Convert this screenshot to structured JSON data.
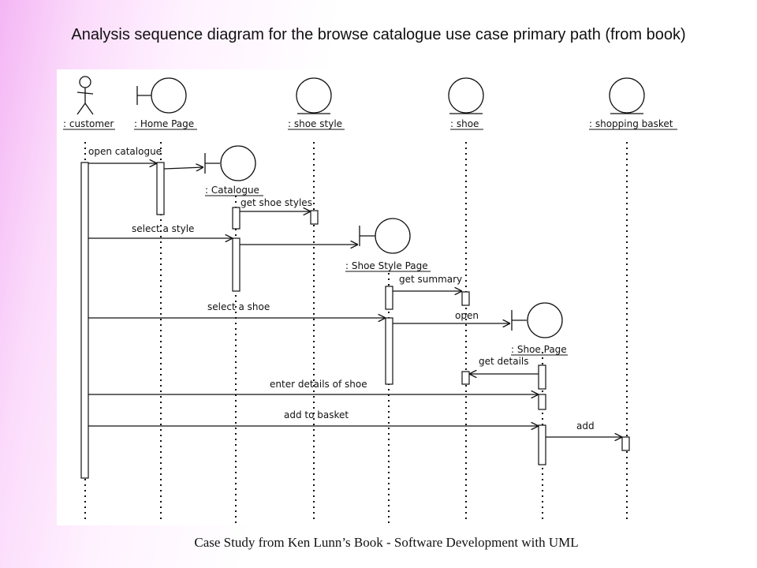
{
  "slide": {
    "title": "Analysis sequence diagram for the browse catalogue use case primary path (from book)",
    "footer": "Case Study from Ken Lunn’s Book - Software Development with UML"
  },
  "diagram": {
    "participants": [
      {
        "id": "customer",
        "label": ": customer",
        "kind": "actor"
      },
      {
        "id": "home",
        "label": ": Home Page",
        "kind": "boundary"
      },
      {
        "id": "shoestyle",
        "label": ": shoe style",
        "kind": "entity"
      },
      {
        "id": "shoe",
        "label": ": shoe",
        "kind": "entity"
      },
      {
        "id": "basket",
        "label": ": shopping basket",
        "kind": "entity"
      },
      {
        "id": "catalogue",
        "label": ": Catalogue",
        "kind": "boundary"
      },
      {
        "id": "stylepage",
        "label": ": Shoe Style Page",
        "kind": "boundary"
      },
      {
        "id": "shoepage",
        "label": ": Shoe Page",
        "kind": "boundary"
      }
    ],
    "messages": [
      {
        "id": "open-catalogue",
        "label": "open catalogue",
        "from": "customer",
        "to": "home"
      },
      {
        "id": "create-catalogue",
        "label": "",
        "from": "home",
        "to": "catalogue"
      },
      {
        "id": "get-shoe-styles",
        "label": "get shoe styles",
        "from": "catalogue",
        "to": "shoestyle"
      },
      {
        "id": "select-a-style",
        "label": "select a style",
        "from": "customer",
        "to": "catalogue"
      },
      {
        "id": "create-style-page",
        "label": "",
        "from": "catalogue",
        "to": "stylepage"
      },
      {
        "id": "get-summary",
        "label": "get summary",
        "from": "stylepage",
        "to": "shoe"
      },
      {
        "id": "select-a-shoe",
        "label": "select a shoe",
        "from": "customer",
        "to": "stylepage"
      },
      {
        "id": "open",
        "label": "open",
        "from": "stylepage",
        "to": "shoepage"
      },
      {
        "id": "get-details",
        "label": "get details",
        "from": "shoepage",
        "to": "shoe"
      },
      {
        "id": "enter-details",
        "label": "enter details of shoe",
        "from": "customer",
        "to": "shoepage"
      },
      {
        "id": "add-to-basket",
        "label": "add to basket",
        "from": "customer",
        "to": "shoepage"
      },
      {
        "id": "add",
        "label": "add",
        "from": "shoepage",
        "to": "basket"
      }
    ]
  }
}
